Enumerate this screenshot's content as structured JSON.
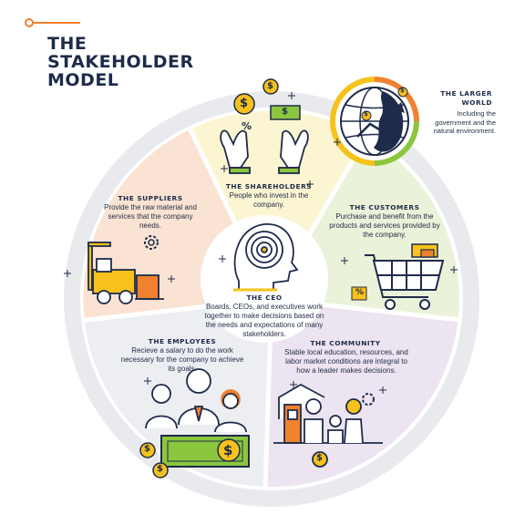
{
  "title": {
    "line1": "THE",
    "line2": "STAKEHOLDER",
    "line3": "MODEL"
  },
  "segments": {
    "larger_world": {
      "title_line1": "THE LARGER",
      "title_line2": "WORLD",
      "desc": "Including the government and the natural environment."
    },
    "shareholders": {
      "title": "THE SHAREHOLDERS",
      "desc": "People who invest in the company."
    },
    "customers": {
      "title": "THE CUSTOMERS",
      "desc": "Purchase and benefit from the products and services provided by the company."
    },
    "suppliers": {
      "title": "THE SUPPLIERS",
      "desc": "Provide the raw material and services that the company needs."
    },
    "ceo": {
      "title": "THE CEO",
      "desc": "Boards, CEOs, and executives work together to make decisions based on the needs and expectations of many stakeholders."
    },
    "employees": {
      "title": "THE EMPLOYEES",
      "desc": "Recieve a salary to do the work necessary for the company to achieve its goals."
    },
    "community": {
      "title": "THE COMMUNITY",
      "desc": "Stable local education, resources, and labor market conditions are integral to how a leader makes decisions."
    }
  },
  "glyphs": {
    "dollar": "$",
    "percent": "%"
  },
  "colors": {
    "navy": "#1e2b4a",
    "outer_ring": "#e9eaee",
    "shareholders": "#fbf5d2",
    "customers": "#eaf2d9",
    "community": "#ece4f0",
    "employees": "#eceef2",
    "suppliers": "#fbe3d3",
    "gold": "#f6c21b",
    "green": "#8cc63f",
    "orange": "#f0812f"
  }
}
